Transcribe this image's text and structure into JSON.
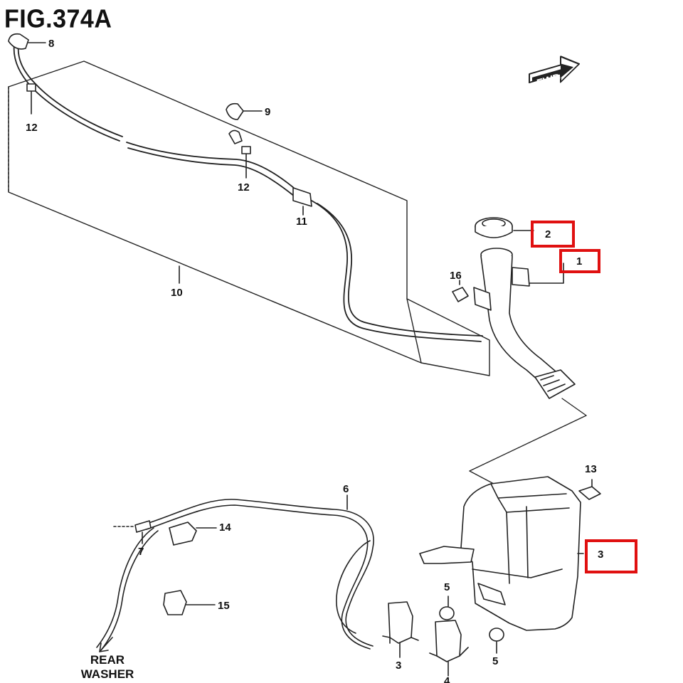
{
  "figure": {
    "title": "FIG.374A",
    "direction_badge": "FWD",
    "rear_note": [
      "REAR",
      "WASHER"
    ]
  },
  "callouts": [
    {
      "id": "c1",
      "label": "1",
      "highlighted": true
    },
    {
      "id": "c2",
      "label": "2",
      "highlighted": true
    },
    {
      "id": "c3a",
      "label": "3",
      "highlighted": false
    },
    {
      "id": "c3b",
      "label": "3",
      "highlighted": false
    },
    {
      "id": "c4",
      "label": "4",
      "highlighted": true
    },
    {
      "id": "c5a",
      "label": "5",
      "highlighted": false
    },
    {
      "id": "c5b",
      "label": "5",
      "highlighted": false
    },
    {
      "id": "c6",
      "label": "6",
      "highlighted": false
    },
    {
      "id": "c7",
      "label": "7",
      "highlighted": false
    },
    {
      "id": "c8",
      "label": "8",
      "highlighted": false
    },
    {
      "id": "c9",
      "label": "9",
      "highlighted": false
    },
    {
      "id": "c10",
      "label": "10",
      "highlighted": false
    },
    {
      "id": "c11",
      "label": "11",
      "highlighted": false
    },
    {
      "id": "c12a",
      "label": "12",
      "highlighted": false
    },
    {
      "id": "c12b",
      "label": "12",
      "highlighted": false
    },
    {
      "id": "c13",
      "label": "13",
      "highlighted": false
    },
    {
      "id": "c14",
      "label": "14",
      "highlighted": false
    },
    {
      "id": "c15",
      "label": "15",
      "highlighted": false
    },
    {
      "id": "c16",
      "label": "16",
      "highlighted": false
    }
  ],
  "colors": {
    "line": "#222222",
    "highlight": "#e01010",
    "background": "#ffffff"
  }
}
